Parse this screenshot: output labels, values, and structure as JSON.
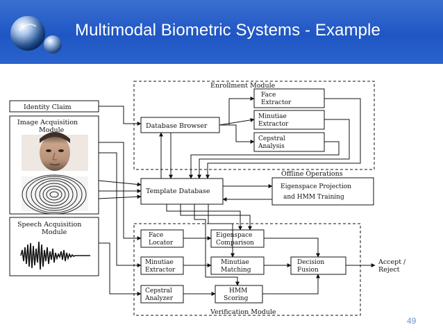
{
  "slide": {
    "title": "Multimodal Biometric Systems - Example",
    "page_number": "49"
  },
  "diagram": {
    "enrollment_module": "Enrollment Module",
    "identity_claim": "Identity Claim",
    "image_acquisition": [
      "Image Acquisition",
      "Module"
    ],
    "speech_acquisition": [
      "Speech Acquisition",
      "Module"
    ],
    "database_browser": "Database Browser",
    "face_extractor": [
      "Face",
      "Extractor"
    ],
    "minutiae_extractor_top": [
      "Minutiae",
      "Extractor"
    ],
    "cepstral_analysis": [
      "Cepstral",
      "Analysis"
    ],
    "offline_operations": "Offline  Operations",
    "template_database": "Template Database",
    "eigenspace_projection": [
      "Eigenspace Projection",
      "and HMM Training"
    ],
    "face_locator": [
      "Face",
      "Locator"
    ],
    "eigenspace_comparison": [
      "Eigenspace",
      "Comparison"
    ],
    "minutiae_extractor_bottom": [
      "Minutiae",
      "Extractor"
    ],
    "minutiae_matching": [
      "Minutiae",
      "Matching"
    ],
    "decision_fusion": [
      "Decision",
      "Fusion"
    ],
    "cepstral_analyzer": [
      "Cepstral",
      "Analyzer"
    ],
    "hmm_scoring": [
      "HMM",
      "Scoring"
    ],
    "verification_module": "Verification Module",
    "accept_reject": [
      "Accept /",
      "Reject"
    ]
  },
  "colors": {
    "header_blue": "#1f56c4",
    "title_text": "#ffffff",
    "page_number": "#6f8fcf"
  }
}
